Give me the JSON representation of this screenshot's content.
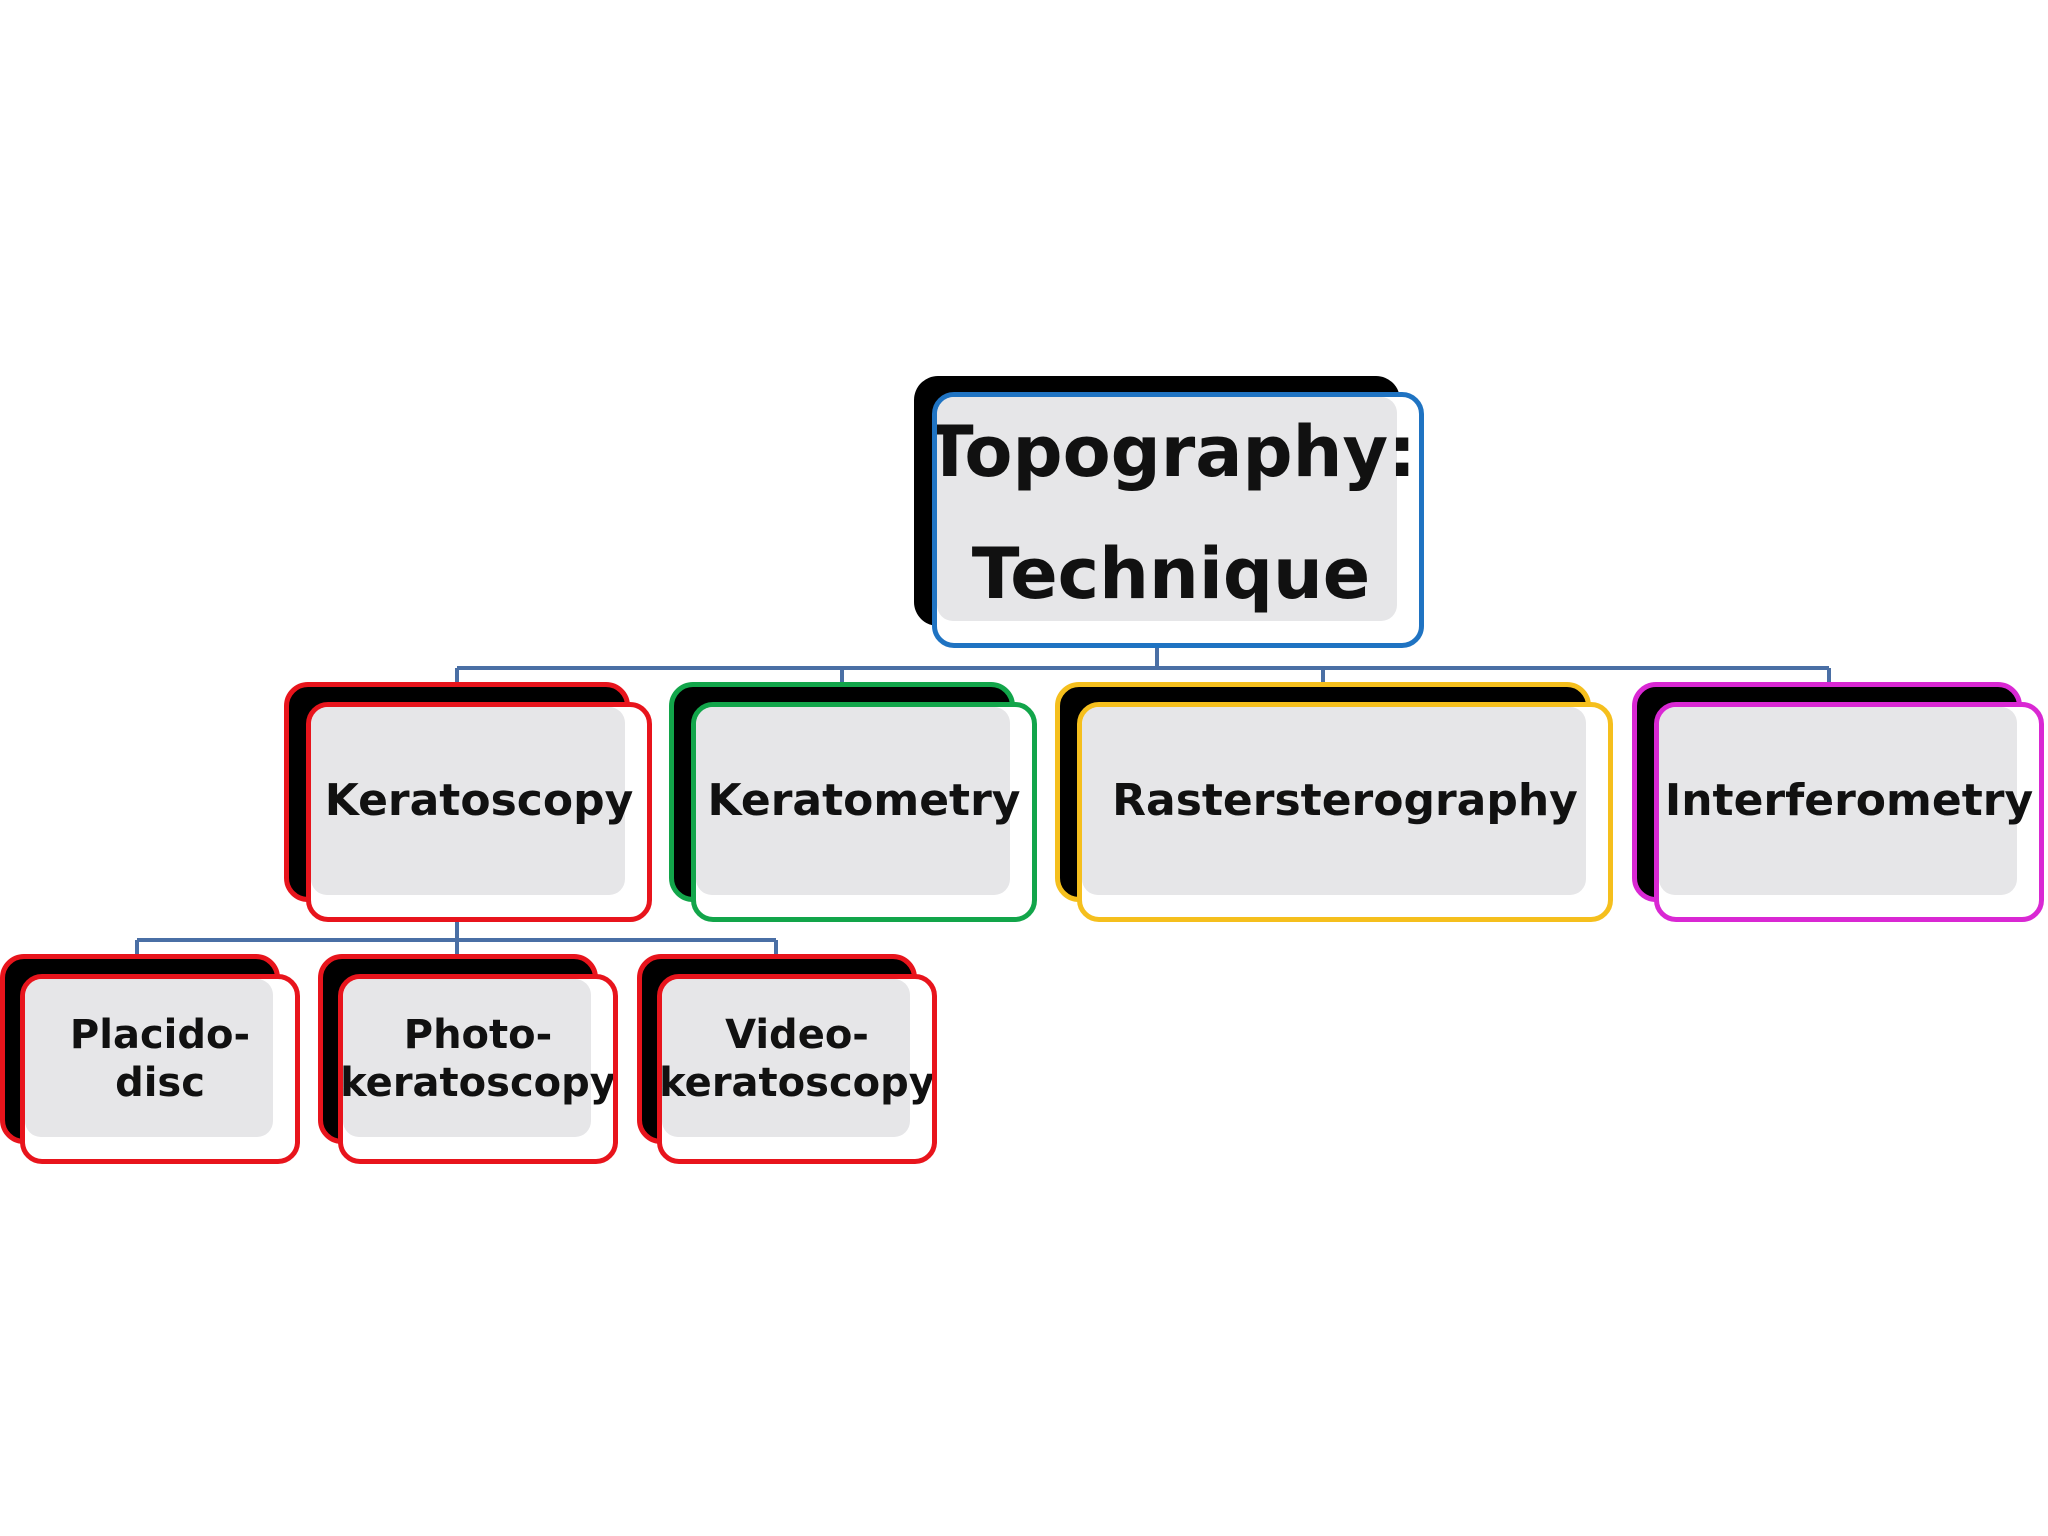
{
  "diagram": {
    "root": {
      "label": "Topography:\nTechnique",
      "border_color": "#1f73c2"
    },
    "techniques": [
      {
        "label": "Keratoscopy",
        "border_color": "#e8141c",
        "shadow_edge_color": "#e8141c"
      },
      {
        "label": "Keratometry",
        "border_color": "#12a54a",
        "shadow_edge_color": "#12a54a"
      },
      {
        "label": "Rastersterography",
        "border_color": "#f5bf1d",
        "shadow_edge_color": "#f5bf1d"
      },
      {
        "label": "Interferometry",
        "border_color": "#d928d3",
        "shadow_edge_color": "#d928d3"
      }
    ],
    "keratoscopy_children": [
      {
        "label": "Placido-\ndisc",
        "border_color": "#e8141c"
      },
      {
        "label": "Photo-\nkeratoscopy",
        "border_color": "#e8141c"
      },
      {
        "label": "Video-\nkeratoscopy",
        "border_color": "#e8141c"
      }
    ],
    "connector_color": "#4a6fa5"
  }
}
